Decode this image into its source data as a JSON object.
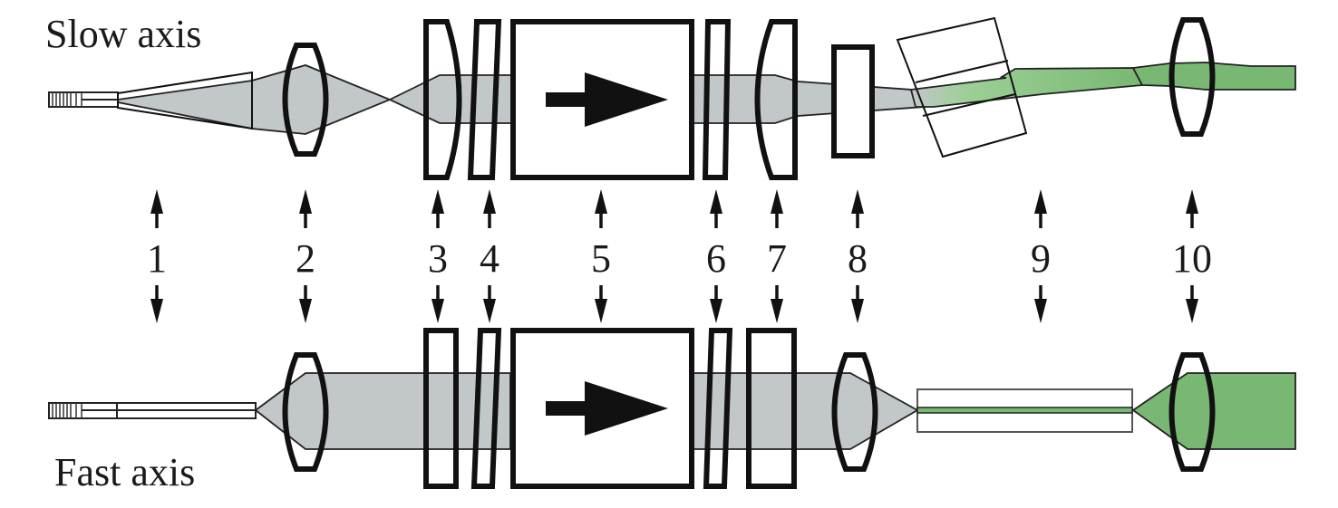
{
  "diagram": {
    "type": "optical-layout",
    "rows": [
      {
        "id": "slow",
        "label": "Slow axis"
      },
      {
        "id": "fast",
        "label": "Fast axis"
      }
    ],
    "component_labels": [
      "1",
      "2",
      "3",
      "4",
      "5",
      "6",
      "7",
      "8",
      "9",
      "10"
    ],
    "colors": {
      "pump_beam": "#c2c7c9",
      "output_beam": "#78b872",
      "outline": "#111111",
      "background": "#ffffff"
    }
  }
}
